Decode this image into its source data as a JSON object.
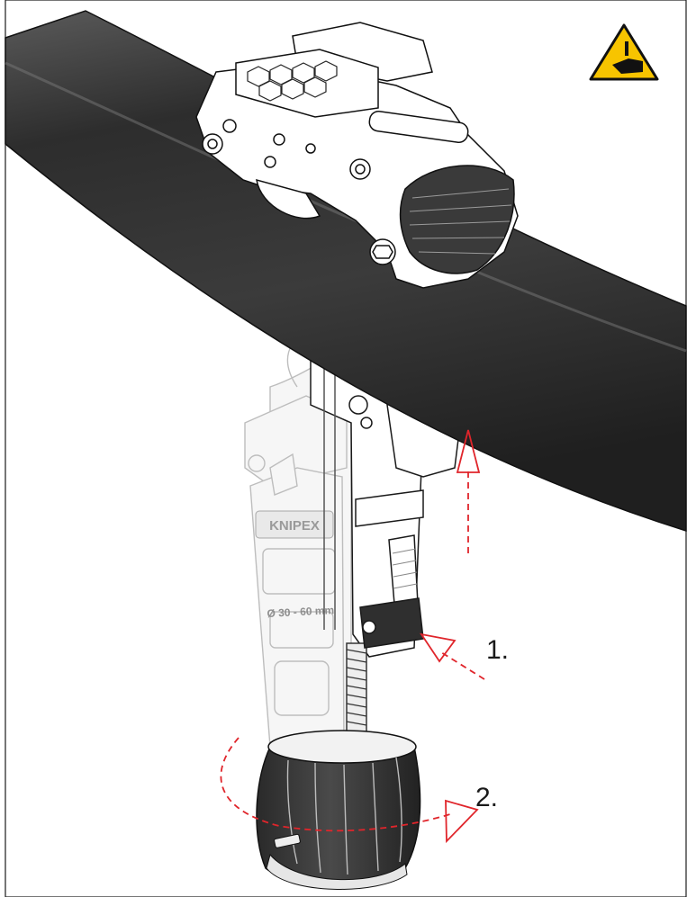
{
  "steps": [
    {
      "label": "1."
    },
    {
      "label": "2."
    }
  ],
  "warning": {
    "icon": "hand-crush-warning-icon",
    "color": "#f7c400"
  },
  "tool": {
    "size_marking": "Ø 30 - 60 mm",
    "brand": "KNIPEX"
  },
  "colors": {
    "pipe": "#3a3a3a",
    "arrow": "#e0252b",
    "line": "#1a1a1a"
  }
}
